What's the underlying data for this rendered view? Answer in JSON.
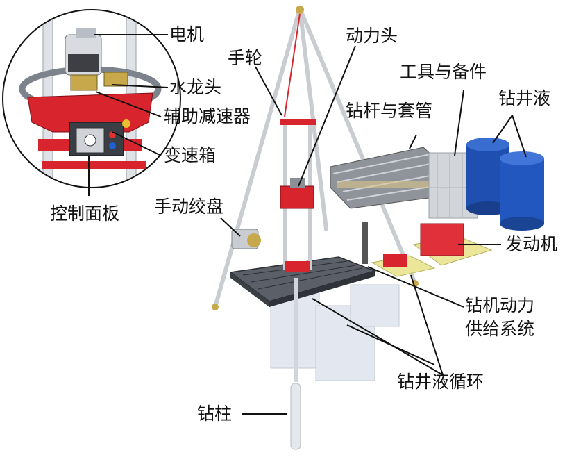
{
  "labels": {
    "motor": "电机",
    "swivel": "水龙头",
    "aux_reducer": "辅助减速器",
    "gearbox": "变速箱",
    "control_panel": "控制面板",
    "handwheel": "手轮",
    "power_head": "动力头",
    "manual_winch": "手动绞盘",
    "rods_casing": "钻杆与套管",
    "tools_spares": "工具与备件",
    "drilling_fluid": "钻井液",
    "engine": "发动机",
    "rig_power_supply_line1": "钻机动力",
    "rig_power_supply_line2": "供给系统",
    "fluid_circulation": "钻井液循环",
    "drill_string": "钻柱"
  },
  "colors": {
    "frame_red": "#d8242c",
    "steel": "#c8ccd2",
    "dark_steel": "#4a4f58",
    "barrel_blue": "#1f4fb0",
    "engine_red": "#e0303a",
    "engine_base": "#ece69a",
    "tank": "#dde3ee"
  }
}
